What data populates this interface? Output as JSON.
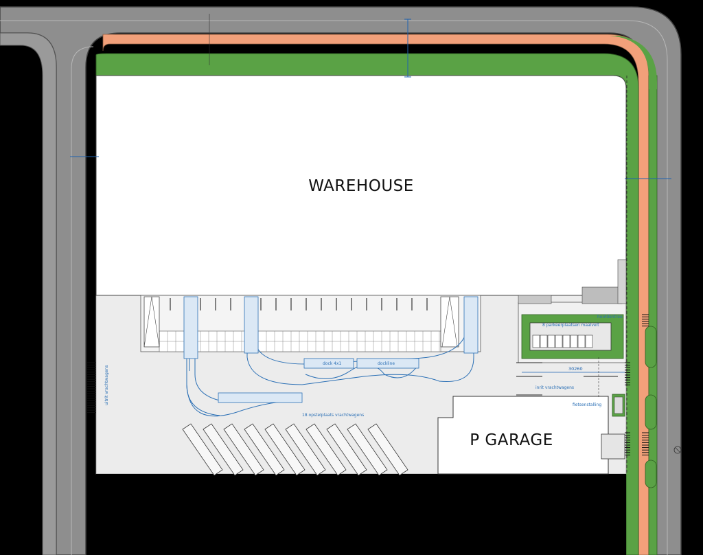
{
  "labels": {
    "warehouse": "WAREHOUSE",
    "garage": "P GARAGE",
    "entrance": "hoofdentree",
    "parking_visitors": "8 parkeerplaatsen maalvelt",
    "exit_trucks": "uitrit vrachtwagens",
    "entry_trucks": "inrit vrachtwagens",
    "truck_parking": "18 opstelplaats vrachtwagens",
    "bike_storage": "fietsenstalling",
    "dimension_width": "30260",
    "dock_label_1": "dock 4x1",
    "dock_label_2": "dockline"
  },
  "colors": {
    "road": "#8a8a8a",
    "road_edge": "#4a4a4a",
    "grass": "#5aa245",
    "bike_path": "#f2a07a",
    "yard": "#ededed",
    "building": "#ffffff",
    "dimension": "#1e63b0"
  }
}
